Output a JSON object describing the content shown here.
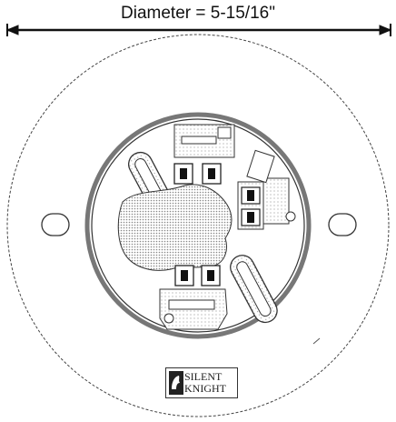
{
  "dimension": {
    "label": "Diameter = 5-15/16\""
  },
  "brand": {
    "line1": "SILENT",
    "line2": "KNIGHT"
  }
}
